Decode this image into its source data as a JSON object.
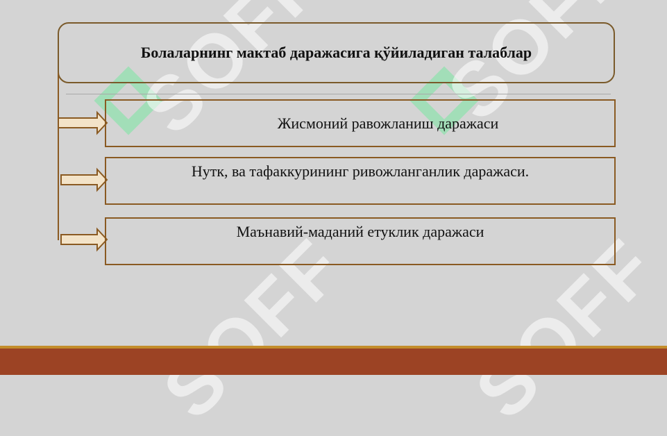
{
  "colors": {
    "background": "#d4d4d4",
    "box_border": "#8a5a22",
    "footer": "#9c4324",
    "footer_trim": "#c38d2b",
    "arrow_fill": "#f3e3c8"
  },
  "watermark": {
    "text": "SOFF"
  },
  "title": {
    "text": "Болаларнинг мактаб даражасига қўйиладиган талаблар"
  },
  "items": [
    {
      "label": "Жисмоний равожланиш даражаси"
    },
    {
      "label": "Нутк, ва тафаккурининг ривожланганлик даражаси."
    },
    {
      "label": "Маънавий-маданий етуклик даражаси"
    }
  ]
}
